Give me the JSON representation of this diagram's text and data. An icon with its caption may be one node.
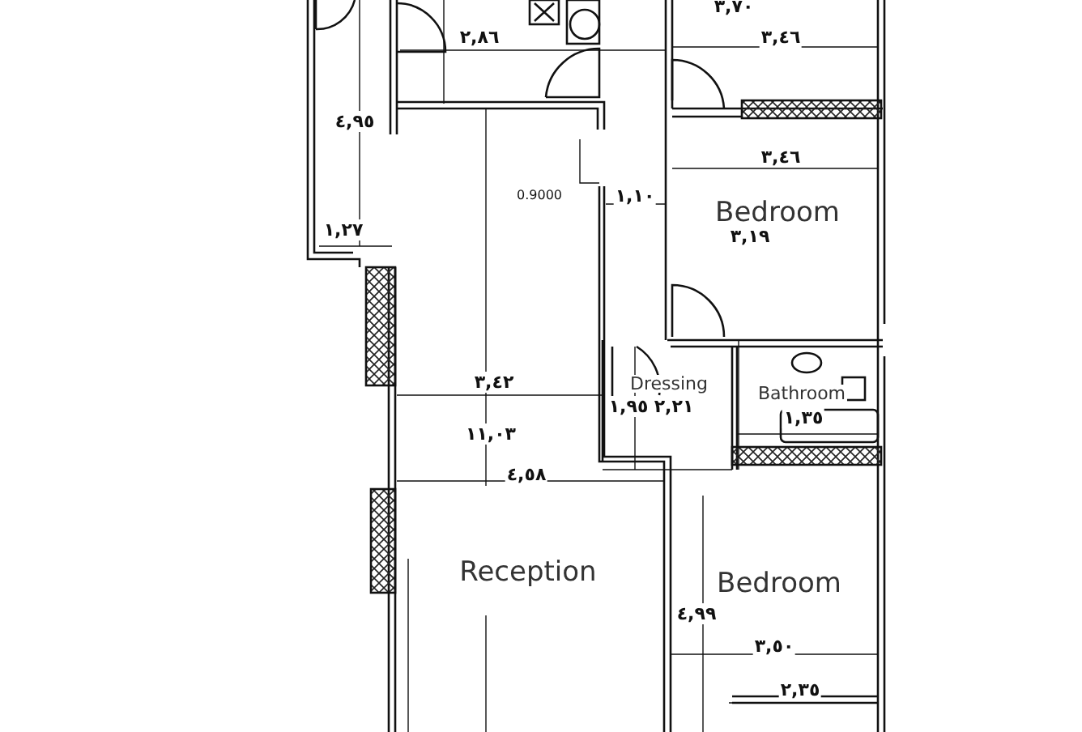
{
  "diagram": {
    "labels": [
      "٣,٧٠",
      "٢,٨٦",
      "٣,٤٦",
      "٤,٩٥",
      "٣,٤٦",
      "0.9000",
      "١,١٠",
      "١,٢٧",
      "Bedroom",
      "٣,١٩",
      "٣,٤٢",
      "Dressing",
      "١,٩٥",
      "٢,٢١",
      "Bathroom",
      "١,٣٥",
      "١١,٠٣",
      "٤,٥٨",
      "Reception",
      "Bedroom",
      "٤,٩٩",
      "٣,٥٠",
      "٢,٣٥"
    ]
  }
}
